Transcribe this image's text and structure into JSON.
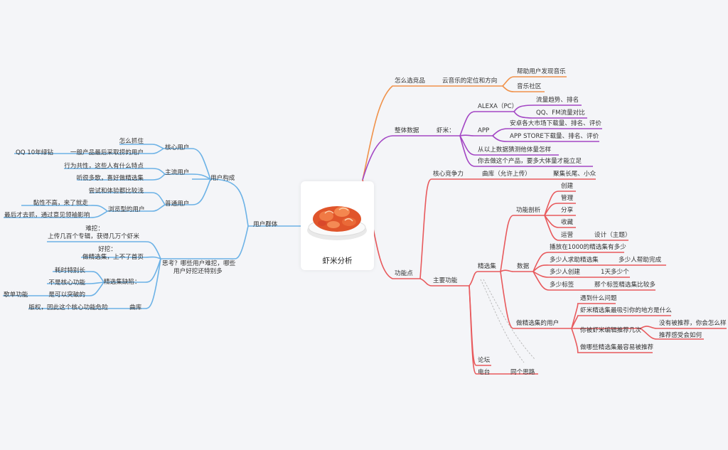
{
  "colors": {
    "orange": "#f0924a",
    "purple": "#a346c4",
    "red": "#e8595c",
    "blue": "#6cb2e6",
    "dash": "#b7b7b7"
  },
  "root": {
    "title": "虾米分析",
    "image": "dried-shrimp-bowl-photo"
  },
  "right": {
    "how": {
      "label": "怎么选竞品",
      "sub": "云音乐的定位和方向",
      "items": [
        "帮助用户发现音乐",
        "音乐社区"
      ]
    },
    "data": {
      "label": "整体数据",
      "sub": "虾米：",
      "alexa": {
        "label": "ALEXA（PC）",
        "items": [
          "流量趋势、排名",
          "QQ、FM流量对比"
        ]
      },
      "app": {
        "label": "APP",
        "items": [
          "安卓各大市场下载量、排名、评价",
          "APP STORE下载量、排名、评价"
        ]
      },
      "tail": [
        "从以上数据猜测他体量怎样",
        "你去做这个产品，要多大体量才能立足"
      ]
    },
    "features": {
      "label": "功能点",
      "core": {
        "label": "核心竞争力",
        "sub": "曲库（允许上传）",
        "leaf": "聚集长尾、小众"
      },
      "main": {
        "label": "主要功能",
        "jxj": {
          "label": "精选集",
          "func": {
            "label": "功能剖析",
            "items": [
              "创建",
              "管理",
              "分享",
              "收藏",
              "运营"
            ],
            "design": "设计（主题）"
          },
          "data": {
            "label": "数据",
            "items": [
              "播放在1000的精选集有多少",
              "多少人求助精选集",
              "多少人创建",
              "多少标签"
            ],
            "help": "多少人帮助完成",
            "daily": "1天多少个",
            "tags": "那个标签精选集比较多"
          },
          "users": {
            "label": "做精选集的用户",
            "items": [
              "遇到什么问题",
              "虾米精选集最吸引你的地方是什么",
              "你被虾米编辑推荐几次",
              "做哪些精选集最容易被推荐"
            ],
            "rec": [
              "没有被推荐，你会怎么样",
              "推荐感受会如何"
            ]
          }
        },
        "forum": "论坛",
        "radio": {
          "label": "电台",
          "leaf": "同个思路"
        }
      }
    }
  },
  "left": {
    "group": "用户群体",
    "structure": {
      "label": "用户构成",
      "core": {
        "label": "核心用户",
        "items": [
          "怎么抓住",
          "一般产品最后采取捞的用户"
        ],
        "qq": "QQ 10年绿钻"
      },
      "main": {
        "label": "主流用户",
        "items": [
          "行为共性，这些人有什么特点",
          "听很多歌，喜好做精选集"
        ]
      },
      "normal": {
        "label": "普通用户",
        "item": "尝试和体验都比较浅"
      },
      "browse": {
        "label": "浏览型的用户",
        "item": "黏性不高，来了就走",
        "far": "最后才去抓，通过意见领袖影响"
      }
    },
    "think": {
      "l1": "思考？哪些用户难挖，哪些",
      "l2": "用户好挖还特别多",
      "hard": {
        "l1": "难挖：",
        "l2": "上传几百个专辑，获得几万个虾米"
      },
      "easy": {
        "l1": "好挖：",
        "l2": "做精选集，上不了首页"
      },
      "defect": {
        "label": "精选集缺陷：",
        "items": [
          "耗时特别长",
          "不是核心功能",
          "是可以突破的"
        ],
        "song": "歌单功能"
      },
      "lib": {
        "label": "曲库",
        "item": "版权，因此这个核心功能危险"
      }
    }
  }
}
